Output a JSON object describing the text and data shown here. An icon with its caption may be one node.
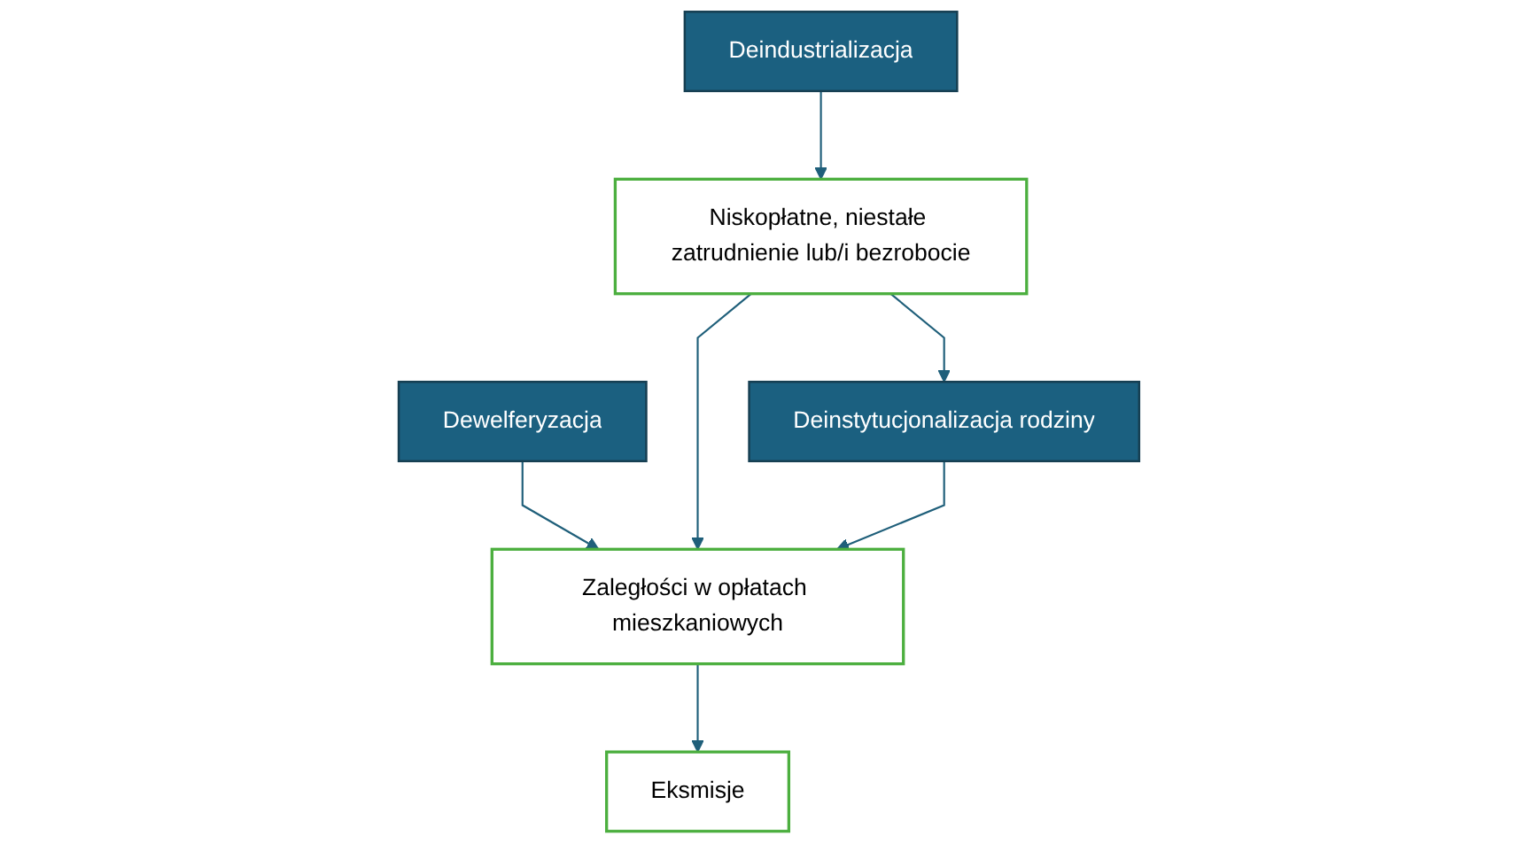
{
  "diagram": {
    "nodes": [
      {
        "text": [
          "Deindustrializacja"
        ]
      },
      {
        "text": [
          "Dewelferyzacja"
        ]
      },
      {
        "text": [
          "Niskopłatne, niestałe zatrudnienie lub/i bezrobocie"
        ]
      },
      {
        "text": [
          "Zaległości w opłatach mieszkaniowych"
        ]
      },
      {
        "text": [
          "Eksmisje"
        ]
      },
      {
        "text": [
          "Deinstytucjonalizacja rodziny"
        ]
      }
    ],
    "edges": [
      {
        "from": 0,
        "to": 2,
        "arrow": "to"
      },
      {
        "from": 1,
        "to": 3,
        "arrow": "to"
      },
      {
        "from": 2,
        "to": 3,
        "arrow": "to"
      },
      {
        "from": 3,
        "to": 4,
        "arrow": "to"
      },
      {
        "from": 2,
        "to": 5,
        "arrow": "to"
      },
      {
        "from": 5,
        "to": 3,
        "arrow": "to"
      }
    ]
  }
}
